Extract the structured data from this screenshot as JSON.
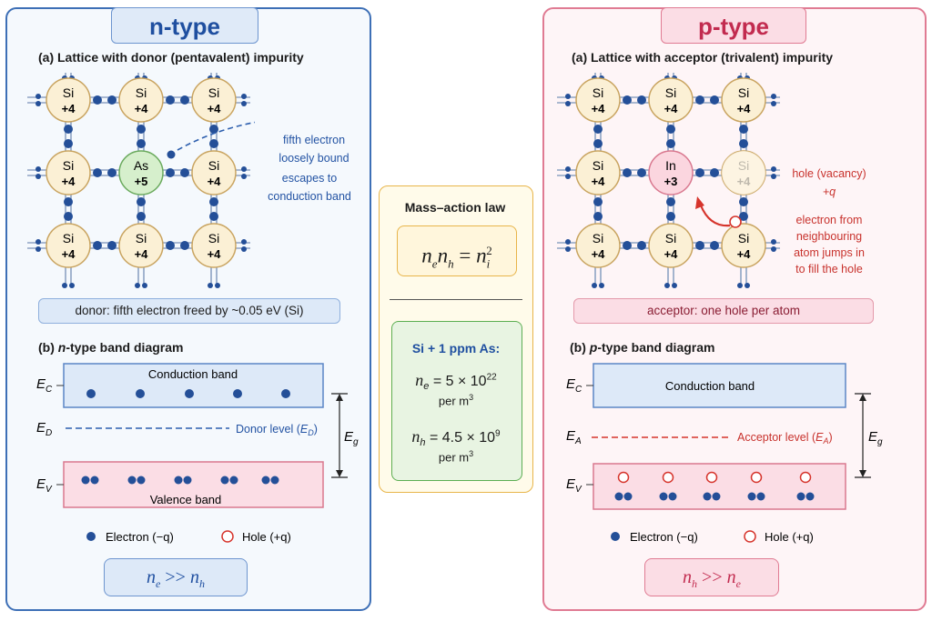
{
  "ntype": {
    "title": "n-type",
    "lattice_caption": "(a) Lattice with donor (pentavalent) impurity",
    "atoms": [
      {
        "sym": "Si",
        "charge": "+4"
      },
      {
        "sym": "Si",
        "charge": "+4"
      },
      {
        "sym": "Si",
        "charge": "+4"
      },
      {
        "sym": "Si",
        "charge": "+4"
      },
      {
        "sym": "As",
        "charge": "+5"
      },
      {
        "sym": "Si",
        "charge": "+4"
      },
      {
        "sym": "Si",
        "charge": "+4"
      },
      {
        "sym": "Si",
        "charge": "+4"
      },
      {
        "sym": "Si",
        "charge": "+4"
      }
    ],
    "note_line1": "fifth electron",
    "note_line2": "loosely bound",
    "note_line3": "escapes to",
    "note_line4": "conduction band",
    "donor_pill": "donor: fifth electron freed by ~0.05 eV (Si)",
    "band_caption_prefix": "(b) ",
    "band_caption_italic": "n",
    "band_caption_suffix": "-type band diagram",
    "conduction_label": "Conduction band",
    "valence_label": "Valence band",
    "ec": "E",
    "ec_sub": "C",
    "ed": "E",
    "ed_sub": "D",
    "ev": "E",
    "ev_sub": "V",
    "eg": "E",
    "eg_sub": "g",
    "donor_level": "Donor level (",
    "donor_level_sym": "E",
    "donor_level_sub": "D",
    "donor_level_close": ")",
    "legend_electron": "Electron (−q)",
    "legend_hole": "Hole (+q)",
    "relation_a": "n",
    "relation_a_sub": "e",
    "relation_op": ">>",
    "relation_b": "n",
    "relation_b_sub": "h"
  },
  "ptype": {
    "title": "p-type",
    "lattice_caption": "(a) Lattice with acceptor (trivalent) impurity",
    "atoms": [
      {
        "sym": "Si",
        "charge": "+4"
      },
      {
        "sym": "Si",
        "charge": "+4"
      },
      {
        "sym": "Si",
        "charge": "+4"
      },
      {
        "sym": "Si",
        "charge": "+4"
      },
      {
        "sym": "In",
        "charge": "+3"
      },
      {
        "sym": "Si",
        "charge": "+4"
      },
      {
        "sym": "Si",
        "charge": "+4"
      },
      {
        "sym": "Si",
        "charge": "+4"
      },
      {
        "sym": "Si",
        "charge": "+4"
      }
    ],
    "hole_note_1": "hole (vacancy)",
    "hole_note_2": "+q",
    "jump_note_1": "electron from",
    "jump_note_2": "neighbouring",
    "jump_note_3": "atom jumps in",
    "jump_note_4": "to fill the hole",
    "acceptor_pill": "acceptor: one hole per atom",
    "band_caption_prefix": "(b) ",
    "band_caption_italic": "p",
    "band_caption_suffix": "-type band diagram",
    "conduction_label": "Conduction band",
    "ec": "E",
    "ec_sub": "C",
    "ea": "E",
    "ea_sub": "A",
    "ev": "E",
    "ev_sub": "V",
    "eg": "E",
    "eg_sub": "g",
    "acceptor_level": "Acceptor level (",
    "acceptor_level_sym": "E",
    "acceptor_level_sub": "A",
    "acceptor_level_close": ")",
    "legend_electron": "Electron (−q)",
    "legend_hole": "Hole (+q)",
    "relation_a": "n",
    "relation_a_sub": "h",
    "relation_op": ">>",
    "relation_b": "n",
    "relation_b_sub": "e"
  },
  "middle": {
    "law_title": "Mass–action law",
    "law_lhs_1": "n",
    "law_lhs_1_sub": "e",
    "law_lhs_2": "n",
    "law_lhs_2_sub": "h",
    "law_eq": "=",
    "law_rhs": "n",
    "law_rhs_sub": "i",
    "law_rhs_sup": "2",
    "example_title": "Si + 1 ppm As:",
    "ne_sym": "n",
    "ne_sub": "e",
    "ne_eq": "= 5 × 10",
    "ne_exp": "22",
    "ne_unit": "per m",
    "ne_unit_sup": "3",
    "nh_sym": "n",
    "nh_sub": "h",
    "nh_eq": "= 4.5 × 10",
    "nh_exp": "9",
    "nh_unit": "per m",
    "nh_unit_sup": "3"
  },
  "colors": {
    "n_border": "#3d6fb6",
    "p_border": "#e07b93",
    "electron": "#244f98",
    "hole": "#d6342c",
    "conduction_fill": "#dde9f8",
    "valence_fill": "#fbdde5",
    "law_border": "#e8b54a",
    "example_border": "#5cae52"
  }
}
